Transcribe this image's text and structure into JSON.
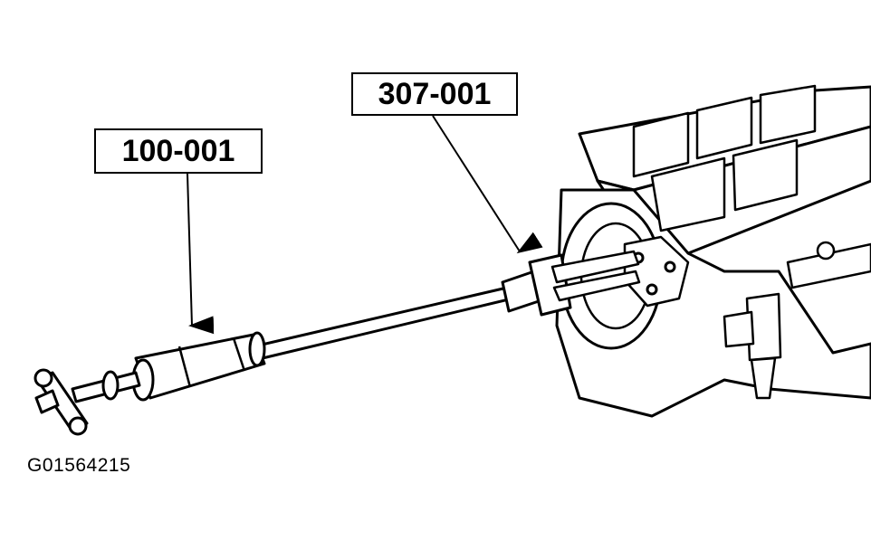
{
  "callouts": [
    {
      "label": "100-001"
    },
    {
      "label": "307-001"
    }
  ],
  "figure_id": "G01564215"
}
